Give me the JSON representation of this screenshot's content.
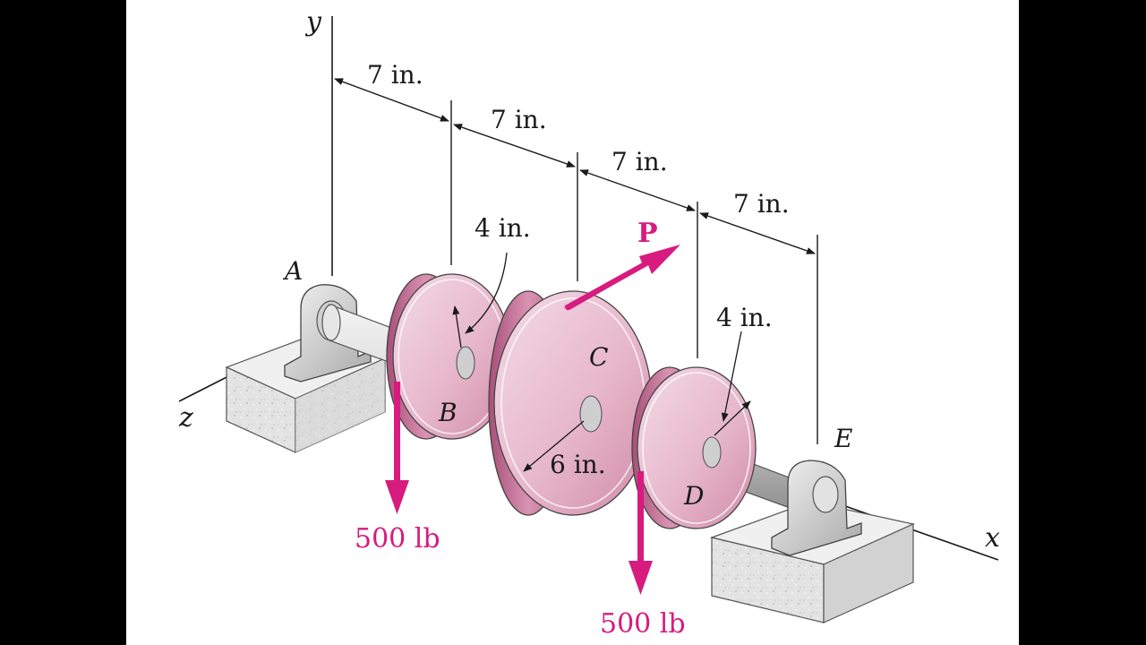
{
  "axes": {
    "x": "x",
    "y": "y",
    "z": "z"
  },
  "points": {
    "A": "A",
    "B": "B",
    "C": "C",
    "D": "D",
    "E": "E"
  },
  "dimensions": {
    "ab": "7 in.",
    "bc": "7 in.",
    "cd": "7 in.",
    "de": "7 in.",
    "radius_b": "4 in.",
    "radius_c": "6 in.",
    "radius_d": "4 in."
  },
  "loads": {
    "p": "P",
    "load_b": "500 lb",
    "load_d": "500 lb"
  },
  "colors": {
    "load": "#d81b7e",
    "disk": "#d58aa8",
    "disk_light": "#f0d4e0",
    "shaft": "#c8c8c8",
    "block": "#e2e2e2"
  }
}
